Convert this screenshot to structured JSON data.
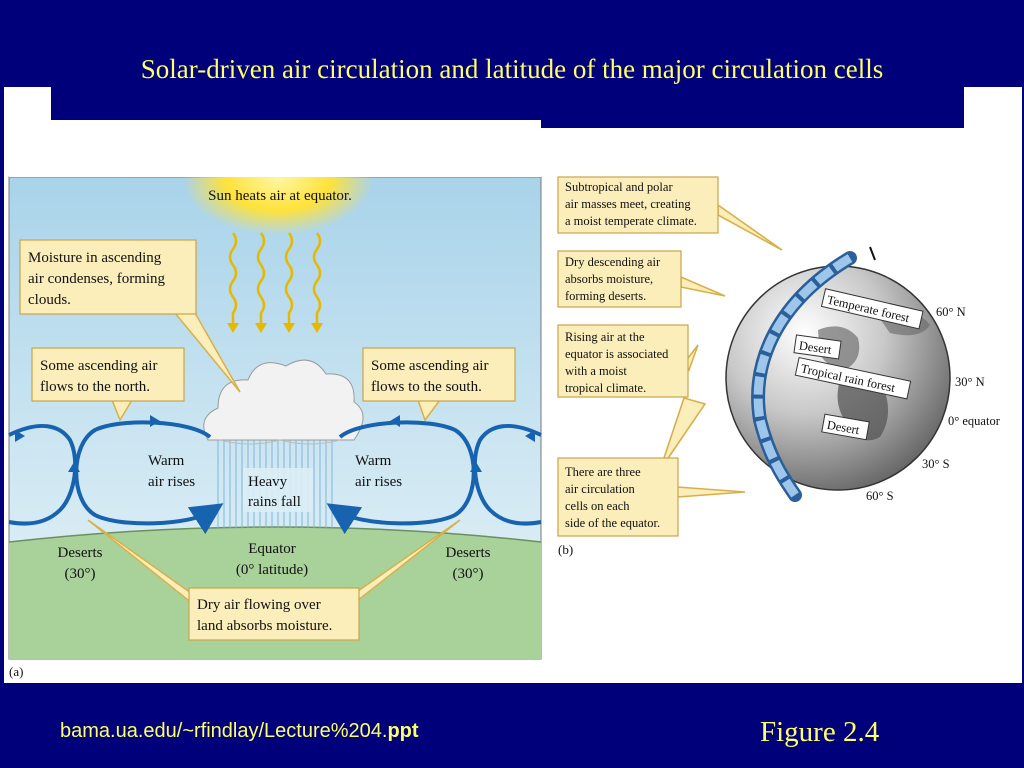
{
  "slide": {
    "title": "Solar-driven air circulation and latitude of the major circulation cells",
    "footer_link_prefix": "bama.ua.edu/~rfindlay/Lecture%204.",
    "footer_link_ext": "ppt",
    "figure_label": "Figure 2.4"
  },
  "panel_a": {
    "tag": "(a)",
    "sun_label": "Sun heats air at equator.",
    "callout_moisture": [
      "Moisture in ascending",
      "air condenses, forming",
      "clouds."
    ],
    "callout_north": [
      "Some ascending air",
      "flows to the north."
    ],
    "callout_south": [
      "Some ascending air",
      "flows to the south."
    ],
    "warm_left": [
      "Warm",
      "air rises"
    ],
    "warm_right": [
      "Warm",
      "air rises"
    ],
    "heavy_rain": [
      "Heavy",
      "rains fall"
    ],
    "equator": [
      "Equator",
      "(0° latitude)"
    ],
    "deserts_left": [
      "Deserts",
      "(30°)"
    ],
    "deserts_right": [
      "Deserts",
      "(30°)"
    ],
    "callout_dry": [
      "Dry air flowing over",
      "land absorbs moisture."
    ]
  },
  "panel_b": {
    "tag": "(b)",
    "callout_subtropical": [
      "Subtropical and polar",
      "air masses meet, creating",
      "a moist temperate climate."
    ],
    "callout_dry_descending": [
      "Dry descending air",
      "absorbs moisture,",
      "forming deserts."
    ],
    "callout_rising": [
      "Rising air at the",
      "equator is associated",
      "with a moist",
      "tropical climate."
    ],
    "callout_three": [
      "There are three",
      "air circulation",
      "cells on each",
      "side of the equator."
    ],
    "globe_labels": {
      "temperate": "Temperate forest",
      "desert_north": "Desert",
      "tropical": "Tropical rain forest",
      "desert_south": "Desert"
    },
    "latitudes": {
      "n60": "60° N",
      "n30": "30° N",
      "eq": "0° equator",
      "s30": "30° S",
      "s60": "60° S"
    }
  },
  "colors": {
    "slide_bg": "#00007a",
    "title_yellow": "#ffff66",
    "sky": "#b9dcec",
    "ground": "#a9d29a",
    "arrow_blue": "#1763b0",
    "callout_fill": "#fbeebb"
  }
}
